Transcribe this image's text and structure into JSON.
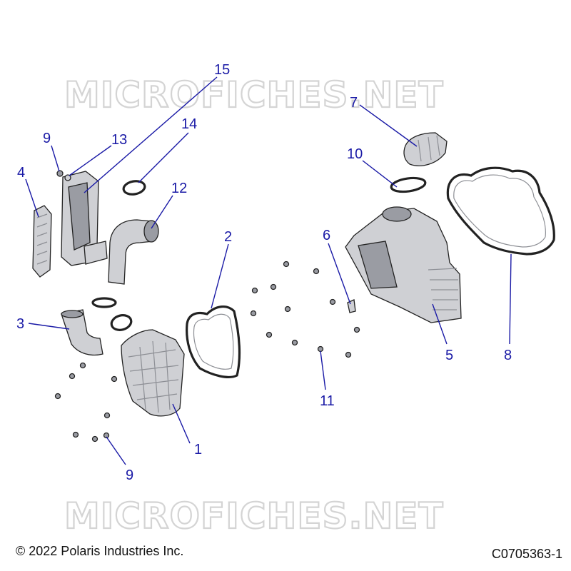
{
  "watermark": "MICROFICHES.NET",
  "footer": {
    "copyright": "© 2022 Polaris Industries Inc.",
    "diagram_code": "C0705363-1"
  },
  "callouts": [
    "1",
    "2",
    "3",
    "4",
    "5",
    "6",
    "7",
    "8",
    "9",
    "9",
    "10",
    "11",
    "12",
    "13",
    "14",
    "15"
  ],
  "colors": {
    "callout": "#1a1aa6",
    "watermark": "#d4d4d4"
  }
}
